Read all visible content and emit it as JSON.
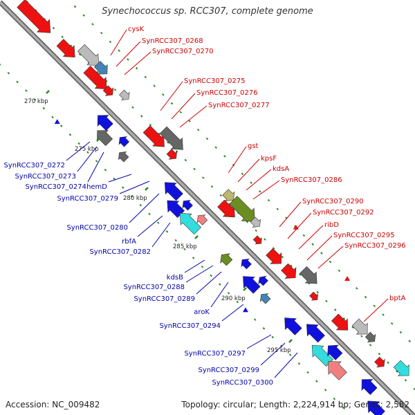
{
  "title": "Synechococcus sp. RCC307, complete genome",
  "footer": {
    "accession": "Accession: NC_009482",
    "topology": "Topology: circular; Length: 2,224,914 bp; Genes: 2,582"
  },
  "colors": {
    "forward_label": "#cc0000",
    "reverse_label": "#0000aa",
    "backbone": "#888888",
    "tick": "#228B22",
    "red": "#ee1111",
    "blue": "#1111dd",
    "grey": "#666666",
    "lightgrey": "#bbbbbb",
    "steelblue": "#4682b4",
    "olive": "#6b8e23",
    "khaki": "#bdb76b",
    "cyan": "#33dddd",
    "salmon": "#f08080"
  },
  "kbp_labels": [
    "270 kbp",
    "275 kbp",
    "280 kbp",
    "285 kbp",
    "290 kbp",
    "295 kbp"
  ],
  "forward_genes": [
    "cysK",
    "SynRCC307_0268",
    "SynRCC307_0270",
    "SynRCC307_0275",
    "SynRCC307_0276",
    "SynRCC307_0277",
    "gst",
    "kpsF",
    "kdsA",
    "SynRCC307_0286",
    "SynRCC307_0290",
    "SynRCC307_0292",
    "ribD",
    "SynRCC307_0295",
    "SynRCC307_0296",
    "bptA"
  ],
  "reverse_genes": [
    "SynRCC307_0272",
    "SynRCC307_0273",
    "SynRCC307_0274",
    "hemD",
    "SynRCC307_0279",
    "SynRCC307_0280",
    "rbfA",
    "SynRCC307_0282",
    "kdsB",
    "SynRCC307_0288",
    "SynRCC307_0289",
    "aroK",
    "SynRCC307_0294",
    "SynRCC307_0297",
    "SynRCC307_0299",
    "SynRCC307_0300"
  ]
}
